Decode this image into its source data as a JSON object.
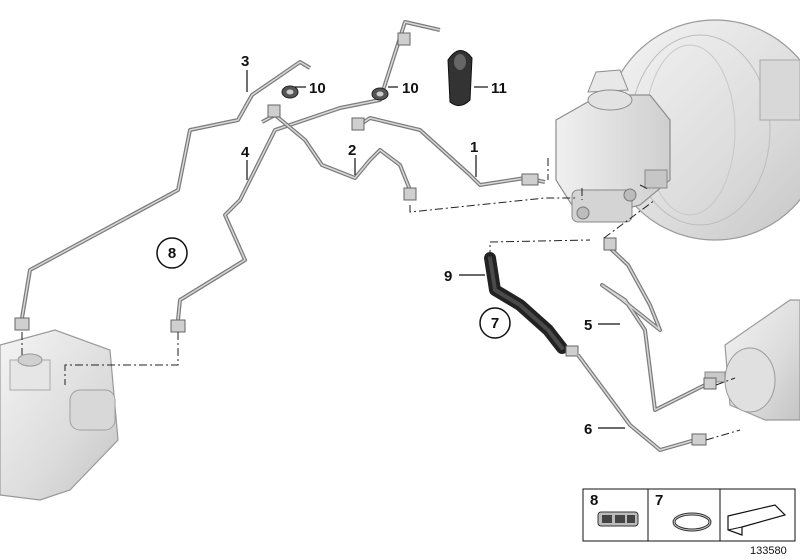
{
  "diagram": {
    "callouts": {
      "c1": "1",
      "c2": "2",
      "c3": "3",
      "c4": "4",
      "c5": "5",
      "c6": "6",
      "c7": "7",
      "c8": "8",
      "c9": "9",
      "c10a": "10",
      "c10b": "10",
      "c11": "11"
    },
    "legend": {
      "item_a": "8",
      "item_b": "7"
    },
    "ref_number": "133580"
  }
}
